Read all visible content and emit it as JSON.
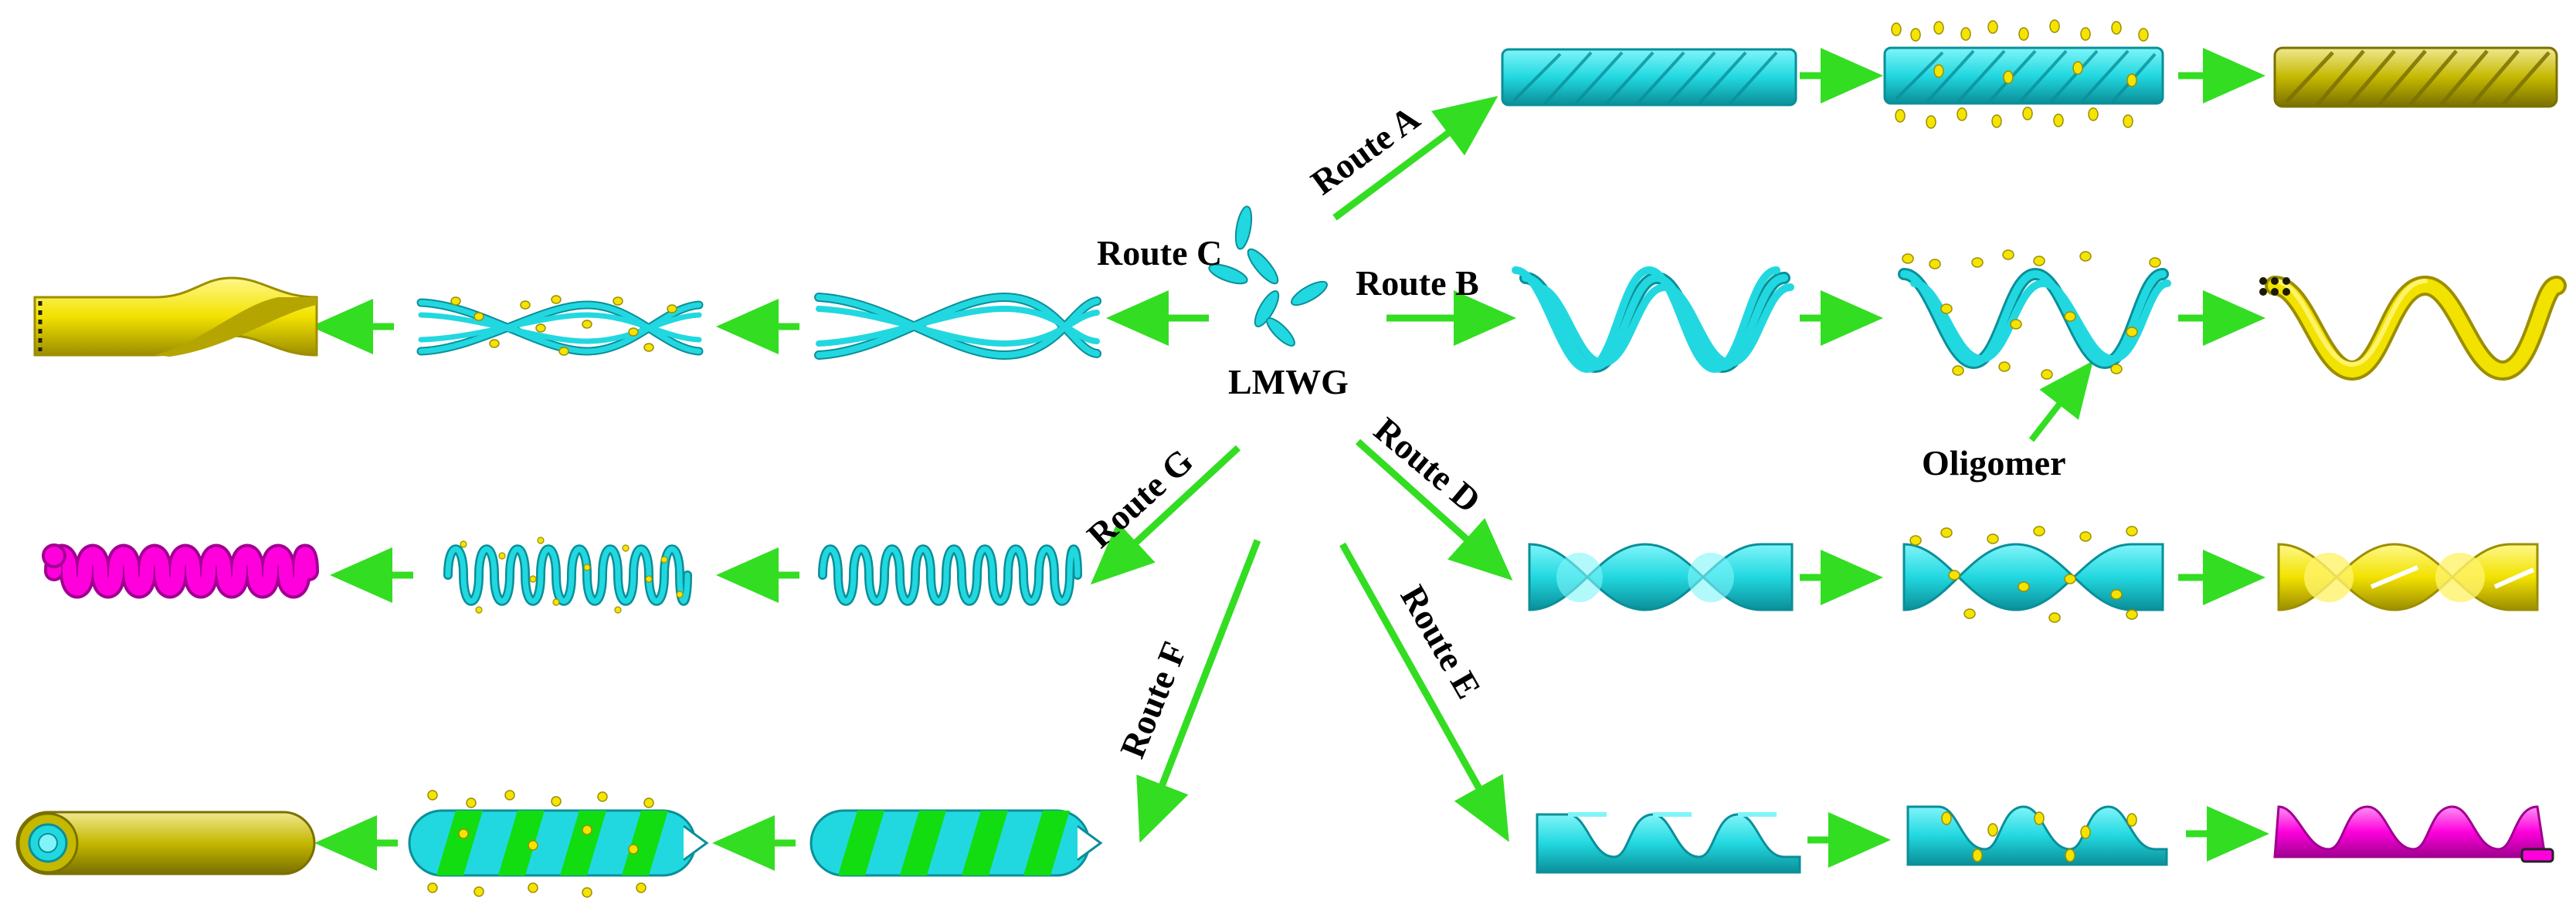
{
  "center_label": "LMWG",
  "oligomer_label": "Oligomer",
  "routes": {
    "A": "Route A",
    "B": "Route B",
    "C": "Route C",
    "D": "Route D",
    "E": "Route E",
    "F": "Route F",
    "G": "Route G"
  },
  "colors": {
    "arrow": "#33dd22",
    "cyan": "#22d8e0",
    "cyan_dark": "#0a8f99",
    "yellow": "#f2e200",
    "yellow_dark": "#9c8e00",
    "magenta": "#ff00dd",
    "green": "#11dd11",
    "olive": "#c4b800",
    "dot": "#f5e400"
  }
}
